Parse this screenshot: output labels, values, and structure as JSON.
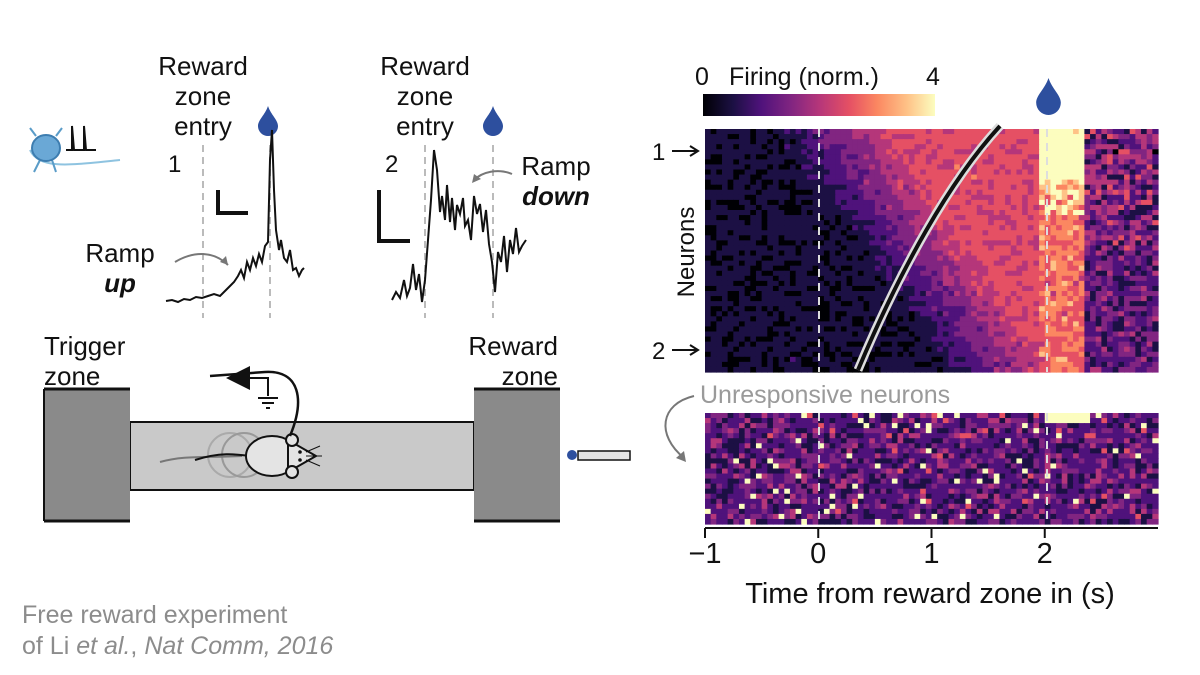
{
  "trace1": {
    "label_line1": "Reward",
    "label_line2": "zone",
    "label_line3": "entry",
    "number": "1",
    "ann_line1": "Ramp",
    "ann_line2": "up"
  },
  "trace2": {
    "label_line1": "Reward",
    "label_line2": "zone",
    "label_line3": "entry",
    "number": "2",
    "ann_line1": "Ramp",
    "ann_line2": "down"
  },
  "track": {
    "trigger_line1": "Trigger",
    "trigger_line2": "zone",
    "reward_line1": "Reward",
    "reward_line2": "zone"
  },
  "colorbar": {
    "min": "0",
    "label": "Firing (norm.)",
    "max": "4",
    "colormap": "magma"
  },
  "heatmap": {
    "ylabel": "Neurons",
    "marker1": "1",
    "marker2": "2",
    "unresponsive_label": "Unresponsive neurons"
  },
  "chart_data": {
    "type": "heatmap",
    "xlabel": "Time from reward zone in (s)",
    "xticks": [
      -1,
      0,
      1,
      2
    ],
    "xlim": [
      -1,
      3
    ],
    "dashed_lines_at": [
      0,
      2
    ],
    "color_range": [
      0,
      4
    ],
    "ylabel": "Neurons"
  },
  "caption": {
    "line1": "Free reward experiment",
    "line2_a": "of Li ",
    "line2_etal": "et al.",
    "line2_b": ", ",
    "line2_journal": "Nat Comm, 2016"
  },
  "colors": {
    "drop": "#2d4f9e",
    "gray_block": "#8a8a8a",
    "track": "#c9c9c9"
  }
}
